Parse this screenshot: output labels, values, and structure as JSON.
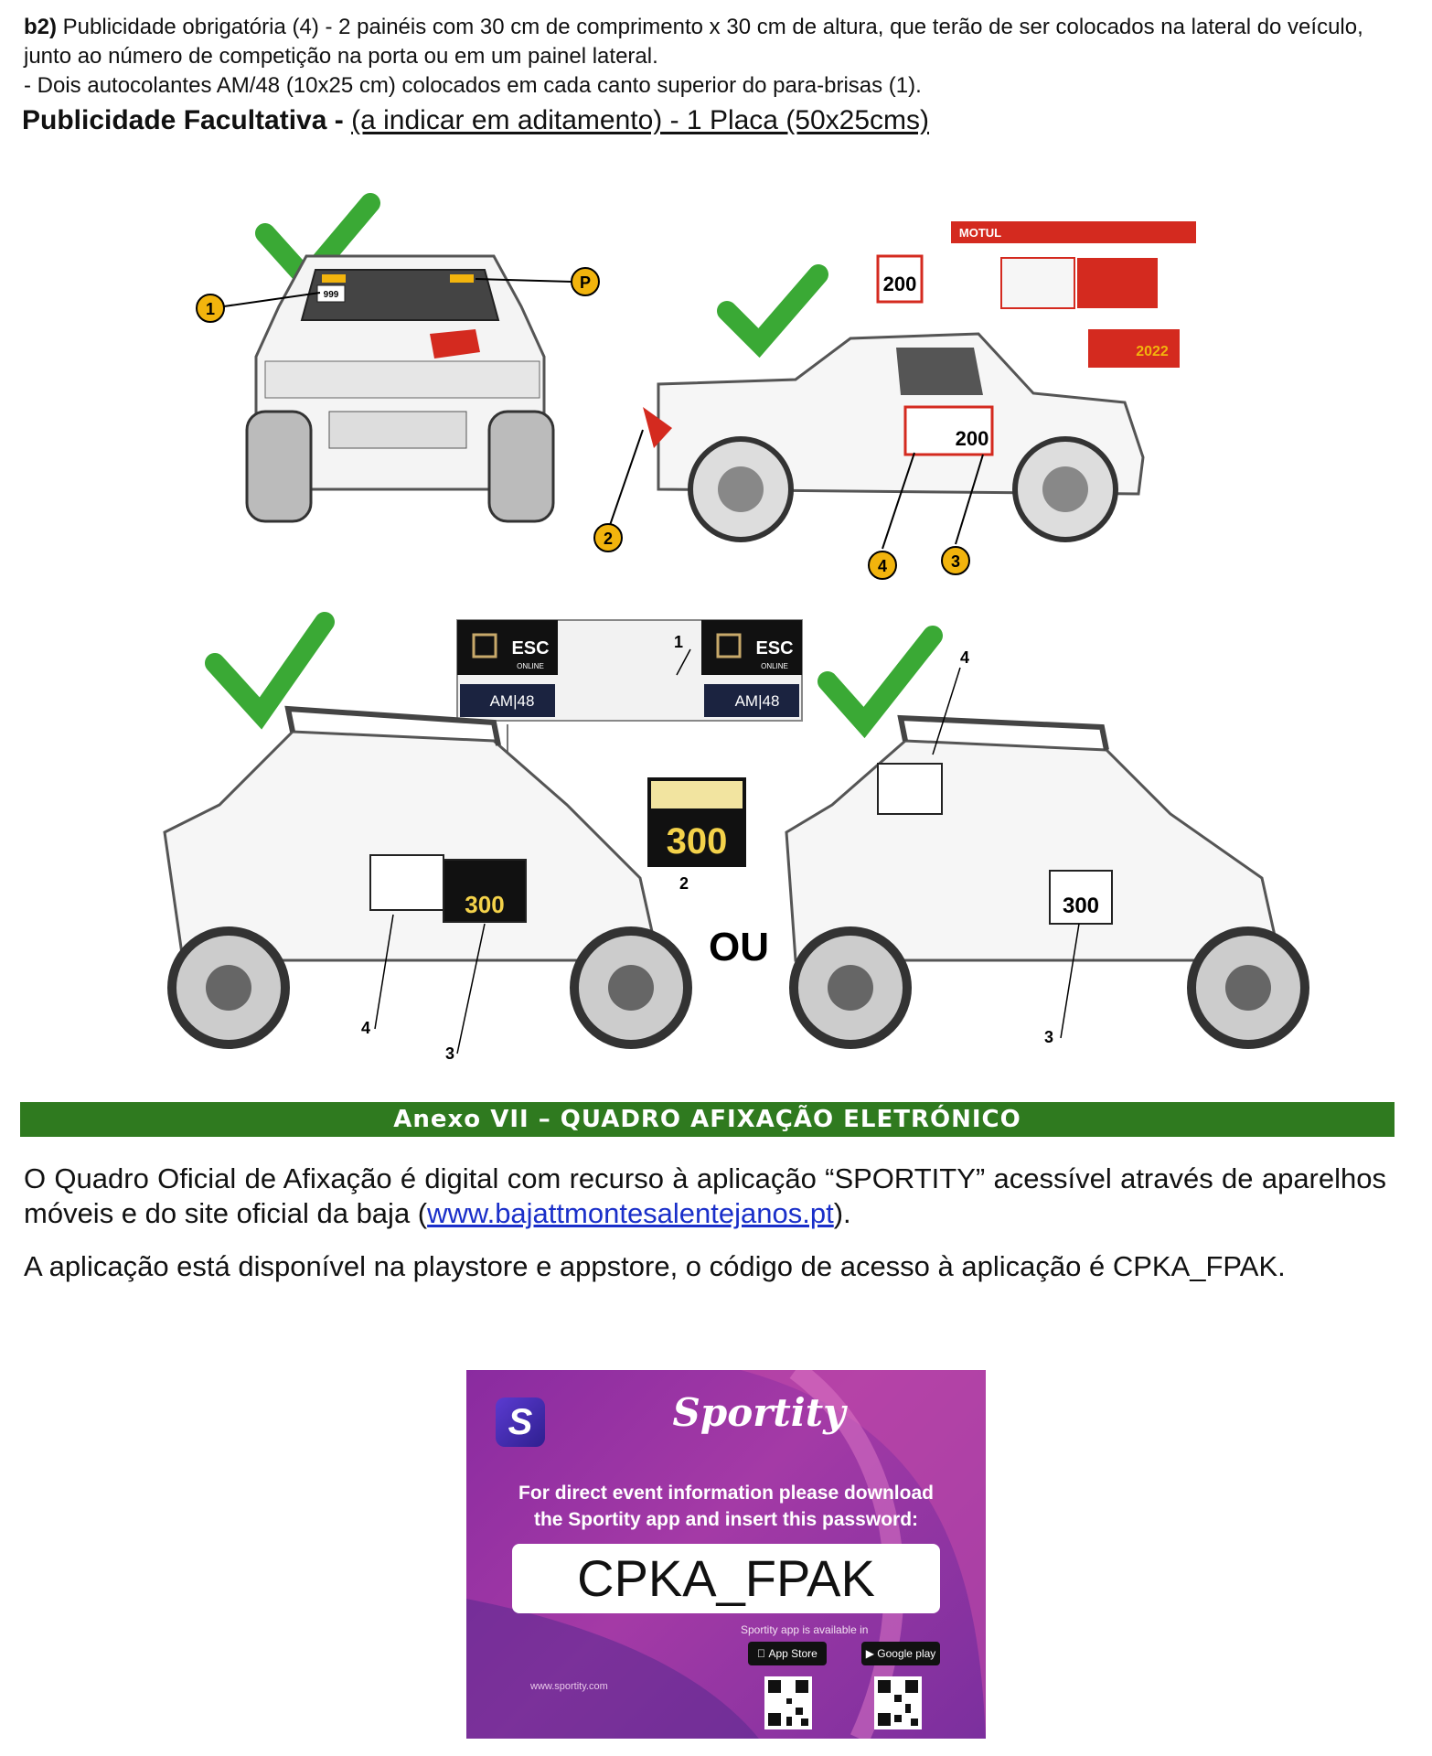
{
  "section_b2": {
    "label": "b2)",
    "text1": " Publicidade obrigatória (4) - 2 painéis com 30 cm de comprimento x 30 cm de altura, que terão de ser colocados na lateral do veículo, junto ao número de competição na porta ou em um painel lateral.",
    "text2": "- Dois autocolantes AM/48 (10x25 cm) colocados em cada canto superior do para-brisas (1)."
  },
  "optional_ad": {
    "label": "Publicidade Facultativa -",
    "text": "(a indicar em aditamento) - 1 Placa (50x25cms)"
  },
  "figure": {
    "callout_1": "1",
    "callout_p": "P",
    "callout_2": "2",
    "callout_3": "3",
    "callout_4": "4",
    "windshield_number": "999",
    "pickup_number": "200",
    "year_plate": "2022",
    "sponsor_motul": "MOTUL",
    "esc_line1": "ESC",
    "esc_line2": "ONLINE",
    "am48": "AM|48",
    "buggy_number": "300",
    "or_label": "OU",
    "label_1": "1",
    "label_2": "2",
    "label_3a": "3",
    "label_3b": "3",
    "label_4a": "4",
    "label_4b": "4",
    "colors": {
      "check": "#3aa935",
      "callout": "#f2b40d",
      "plate_red": "#d42a1f"
    }
  },
  "banner": {
    "title": "Anexo VII –  QUADRO  AFIXAÇÃO  ELETRÓNICO"
  },
  "body": {
    "p1_before": "O Quadro Oficial de Afixação é digital com recurso à aplicação “SPORTITY” acessível através de aparelhos móveis e do site oficial da baja (",
    "p1_link": "www.bajattmontesalentejanos.pt",
    "p1_after": ").",
    "p2": "A aplicação está disponível na playstore e appstore, o código de acesso à aplicação é CPKA_FPAK."
  },
  "sportity_card": {
    "brand": "Sportity",
    "logo_glyph": "S",
    "message_line1": "For direct event information please download",
    "message_line2": "the Sportity app and insert this password:",
    "password": "CPKA_FPAK",
    "availability": "Sportity app is available in",
    "appstore": "App Store",
    "googleplay": "Google play",
    "website": "www.sportity.com"
  }
}
